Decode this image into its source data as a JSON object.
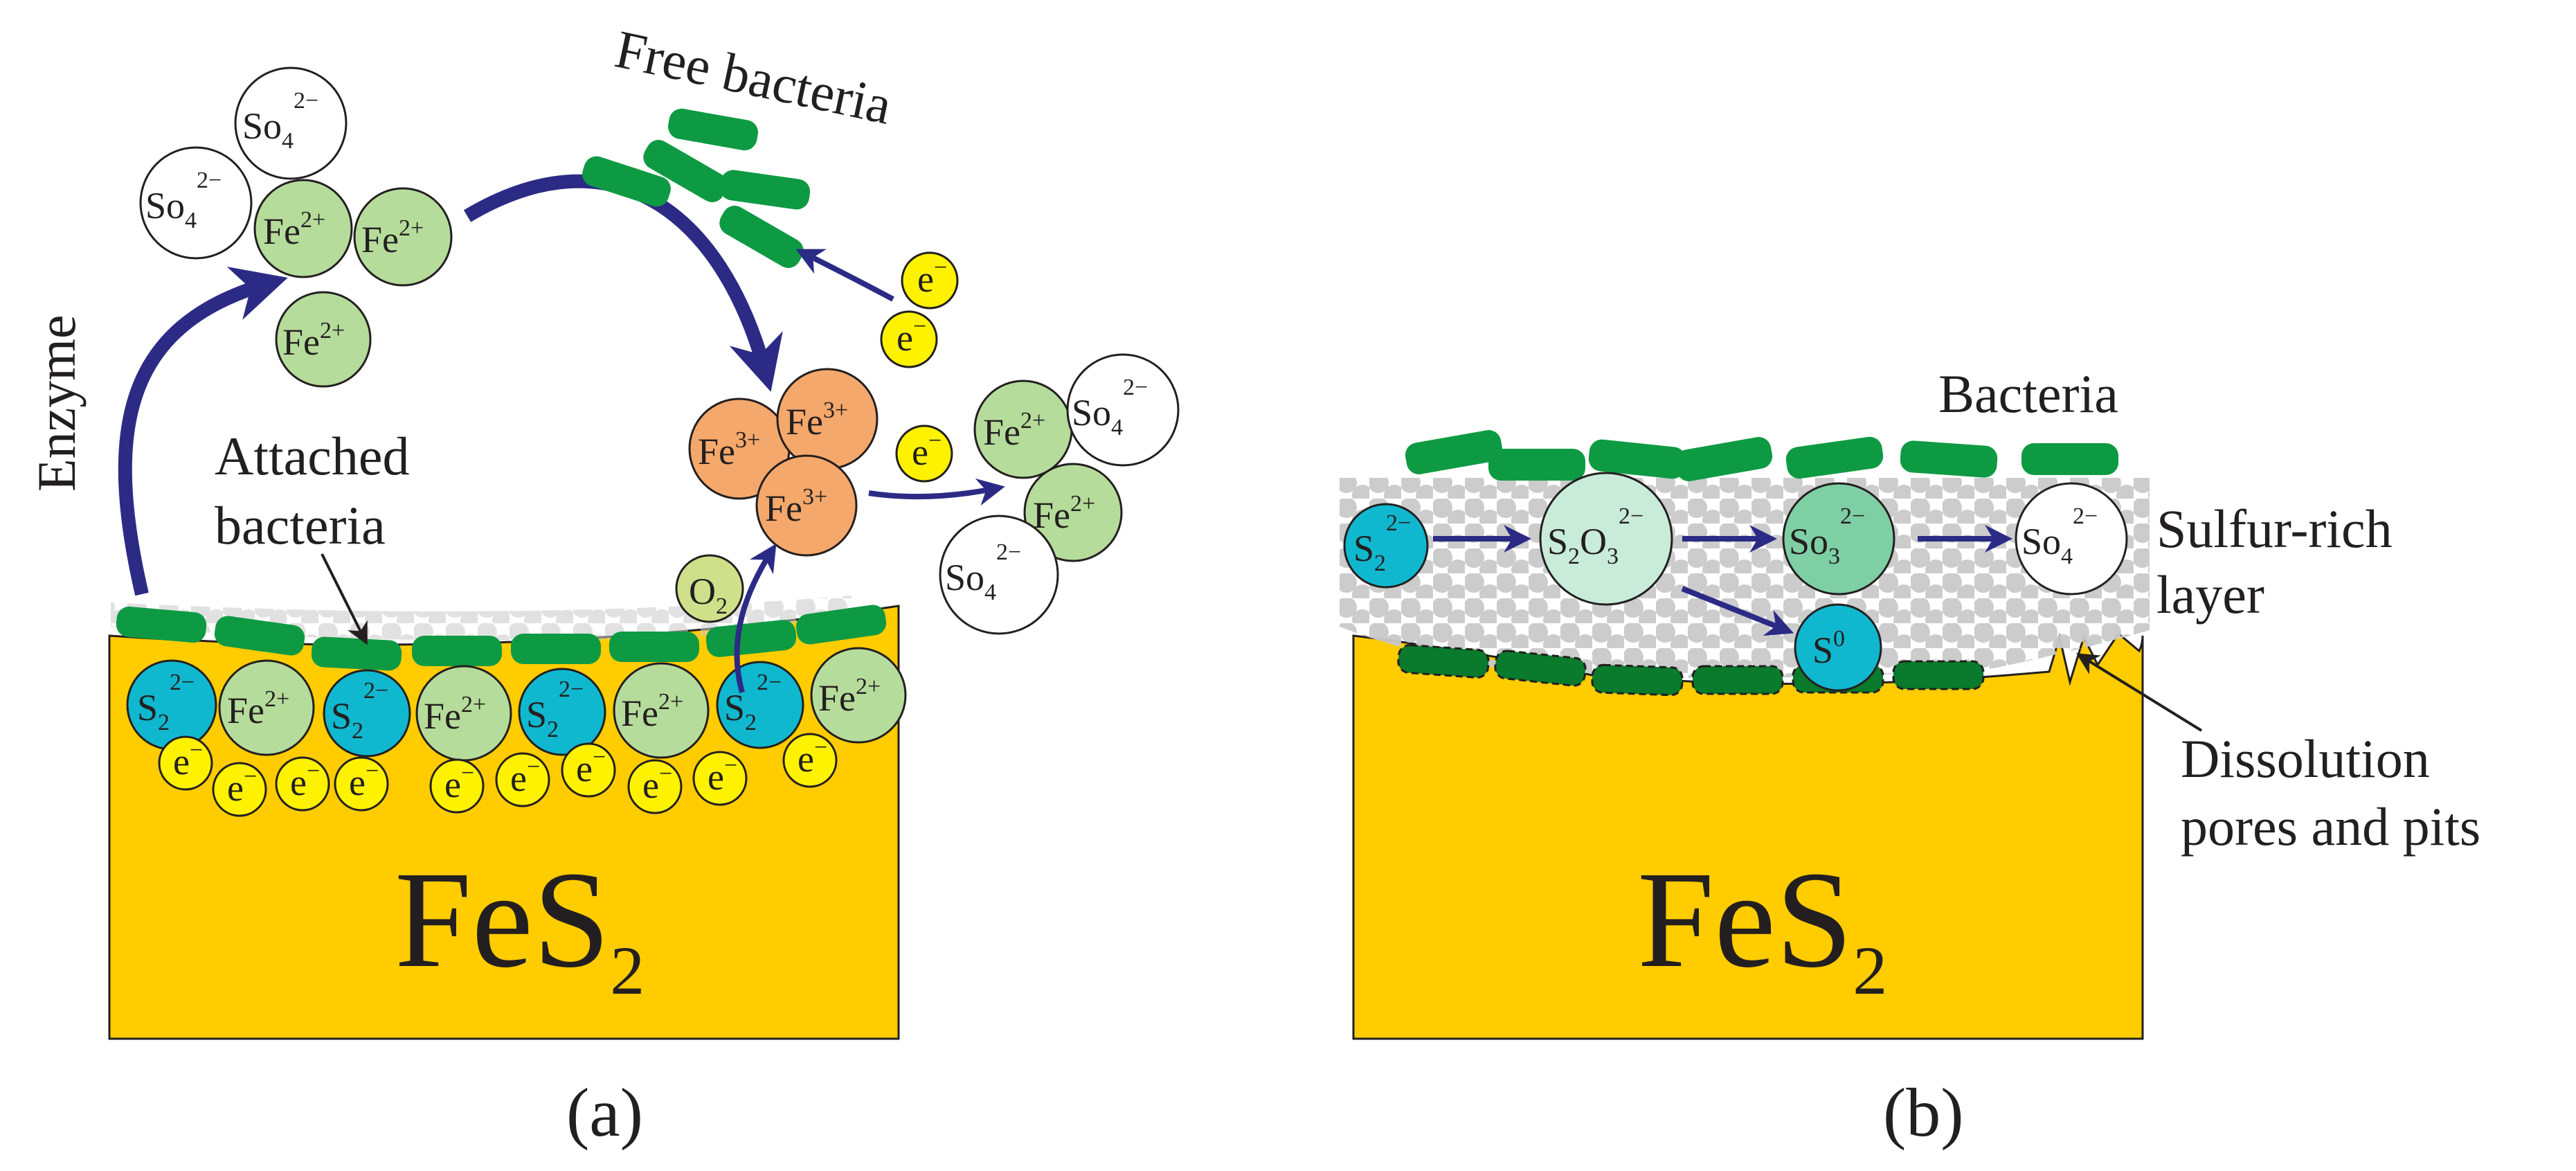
{
  "colors": {
    "pyrite": "#ffcc00",
    "bacteria": "#0e9a43",
    "bacteria_dark": "#0a7a2c",
    "arrow": "#2b2b86",
    "ferrous": "#b6dc9b",
    "ferric": "#f5a86b",
    "disulfide": "#10b8cf",
    "electron": "#fff200",
    "oxygen": "#cfe08a",
    "sulfate": "#ffffff",
    "thiosulfate": "#c8ecd9",
    "sulfite": "#7fcfa5",
    "sulfur_layer": "#c9c9c9"
  },
  "panel_a": {
    "caption": "(a)",
    "mineral": {
      "main": "FeS",
      "sub": "2"
    },
    "labels": {
      "free_bacteria": "Free bacteria",
      "enzyme": "Enzyme",
      "attached_line1": "Attached",
      "attached_line2": "bacteria"
    },
    "ions": {
      "sulfate": {
        "main": "So",
        "sub": "4",
        "sup": "2−"
      },
      "ferrous": {
        "main": "Fe",
        "sup": "2+"
      },
      "ferric": {
        "main": "Fe",
        "sup": "3+"
      },
      "disulfide": {
        "main": "S",
        "sub": "2",
        "sup": "2−"
      },
      "electron": {
        "main": "e",
        "sup": "−"
      },
      "oxygen": {
        "main": "O",
        "sub": "2"
      }
    }
  },
  "panel_b": {
    "caption": "(b)",
    "mineral": {
      "main": "FeS",
      "sub": "2"
    },
    "labels": {
      "bacteria": "Bacteria",
      "sulfur_line1": "Sulfur-rich",
      "sulfur_line2": "layer",
      "pores_line1": "Dissolution",
      "pores_line2": "pores and pits"
    },
    "species": {
      "disulfide": {
        "main": "S",
        "sub": "2",
        "sup": "2−"
      },
      "thiosulfate": {
        "s": "S",
        "s_sub": "2",
        "o": "O",
        "o_sub": "3",
        "sup": "2−"
      },
      "sulfite": {
        "main": "So",
        "sub": "3",
        "sup": "2−"
      },
      "sulfate": {
        "main": "So",
        "sub": "4",
        "sup": "2−"
      },
      "sulfur": {
        "main": "S",
        "sup": "0"
      }
    }
  }
}
